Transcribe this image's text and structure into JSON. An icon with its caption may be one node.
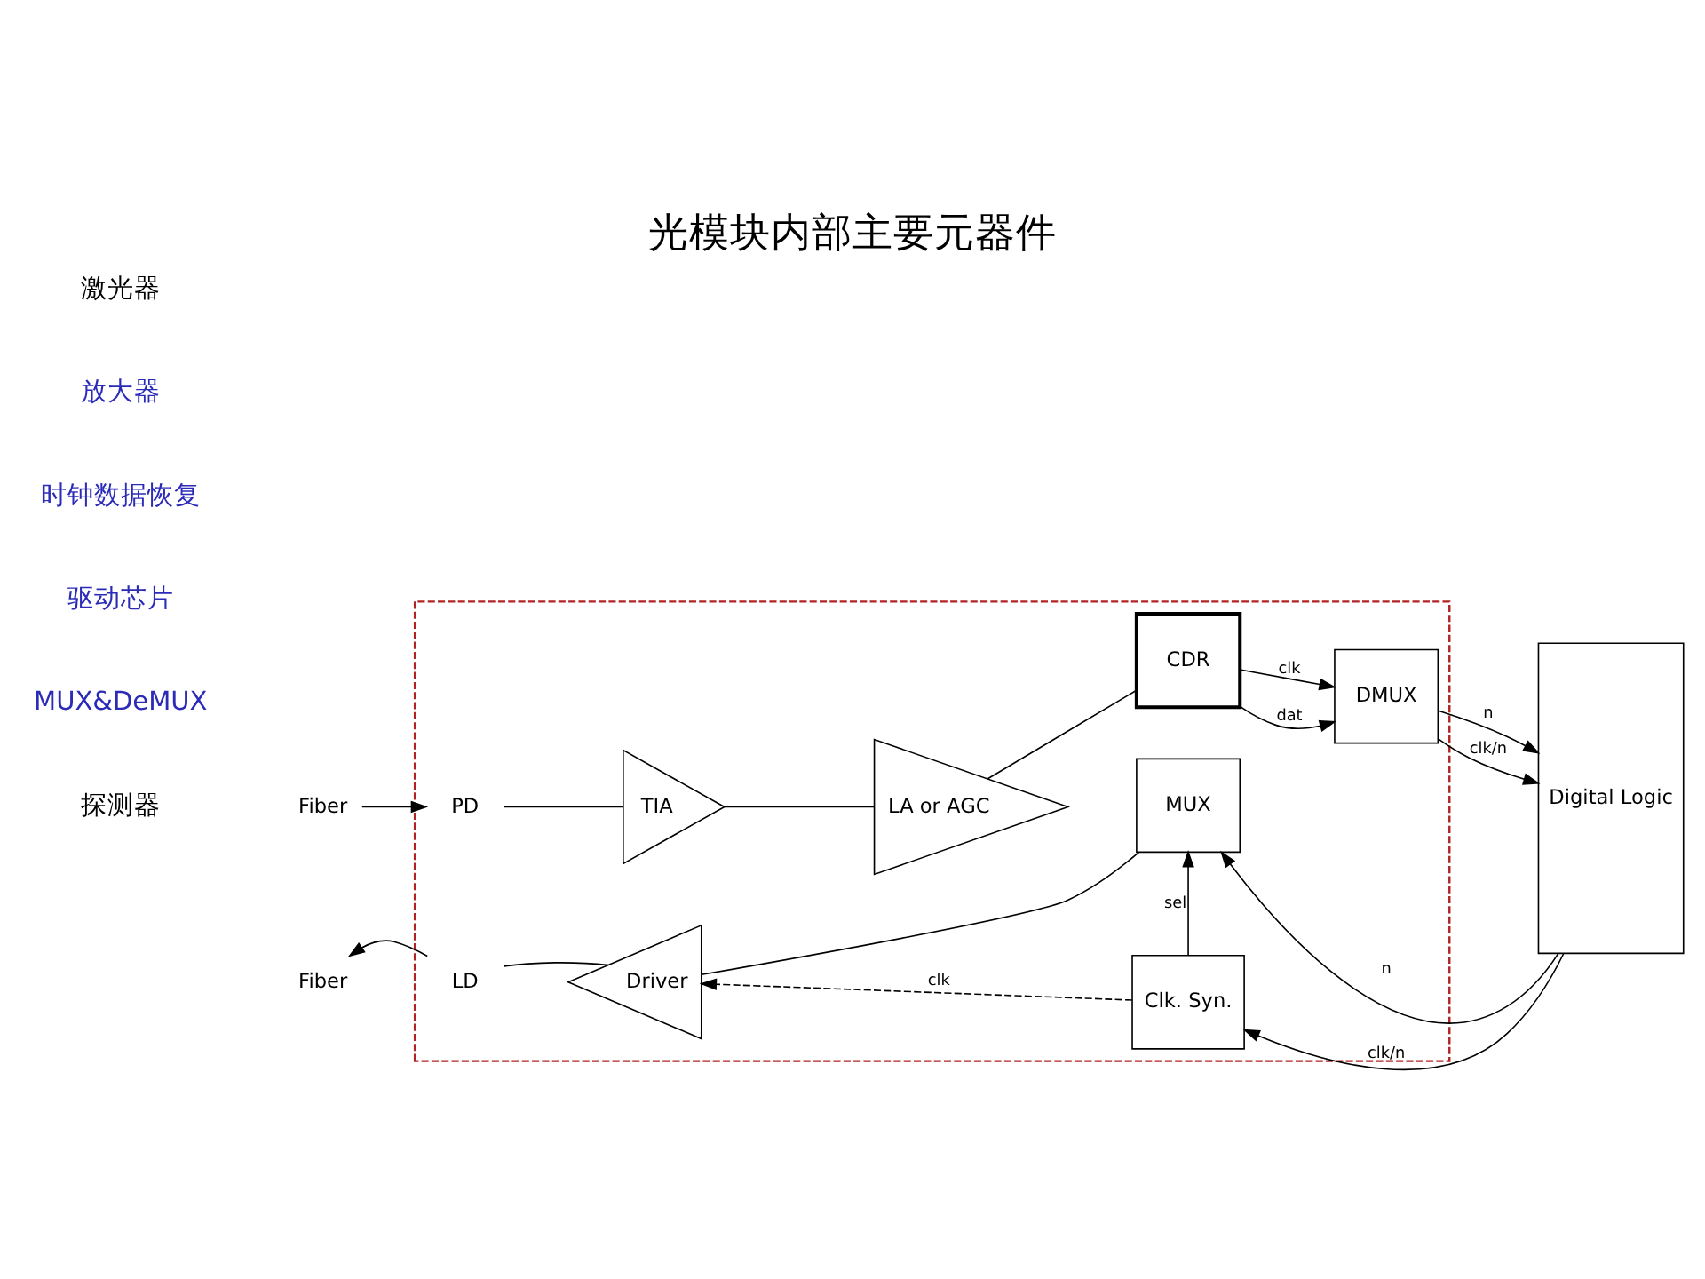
{
  "diagram": {
    "title": "光模块内部主要元器件",
    "nodes": [
      {
        "text": [],
        "shape": "box"
      },
      {
        "text": [
          "Fiber"
        ]
      },
      {
        "text": [
          "PD"
        ],
        "in": 0
      },
      {
        "text": [
          "TIA"
        ],
        "in": 0
      },
      {
        "text": [
          "LA or AGC"
        ],
        "in": 0
      },
      {
        "text": [
          "CDR"
        ],
        "in": 0
      },
      {
        "text": [
          "DMUX"
        ],
        "in": 0
      },
      {
        "text": [
          "Digital Logic"
        ]
      },
      {
        "text": [
          "Fiber"
        ]
      },
      {
        "text": [
          "LD"
        ],
        "in": 0
      },
      {
        "text": [
          "Driver"
        ],
        "in": 0
      },
      {
        "text": [
          "MUX"
        ],
        "in": 0
      },
      {
        "text": [
          "Clk. Syn."
        ],
        "in": 0
      }
    ],
    "edges": [
      {
        "from": 1,
        "to": 2,
        "arrow": "to"
      },
      {
        "from": 2,
        "to": 3,
        "arrow": "none"
      },
      {
        "from": 3,
        "to": 4,
        "arrow": "none"
      },
      {
        "from": 4,
        "to": 5,
        "arrow": "none"
      },
      {
        "from": 5,
        "to": 6,
        "arrow": "to",
        "label": "dat"
      },
      {
        "from": 5,
        "to": 6,
        "arrow": "to",
        "label": "clk"
      },
      {
        "from": 6,
        "to": 7,
        "arrow": "to",
        "label": "n"
      },
      {
        "from": 6,
        "to": 7,
        "arrow": "to",
        "label": "clk/n"
      },
      {
        "from": 7,
        "to": 11,
        "arrow": "to",
        "label": "n"
      },
      {
        "from": 11,
        "to": 10,
        "arrow": "none"
      },
      {
        "from": 10,
        "to": 9,
        "arrow": "none"
      },
      {
        "from": 9,
        "to": 8,
        "arrow": "to"
      },
      {
        "from": 7,
        "to": 12,
        "arrow": "to",
        "label": "clk/n"
      },
      {
        "from": 12,
        "to": 11,
        "arrow": "to",
        "label": "sel"
      },
      {
        "from": 12,
        "to": 10,
        "arrow": "to",
        "label": "clk",
        "style": "dashed"
      }
    ],
    "labels": [
      "探测器",
      "激光器",
      "放大器",
      "时钟数据恢复",
      "驱动芯片",
      "MUX&DeMUX"
    ]
  }
}
